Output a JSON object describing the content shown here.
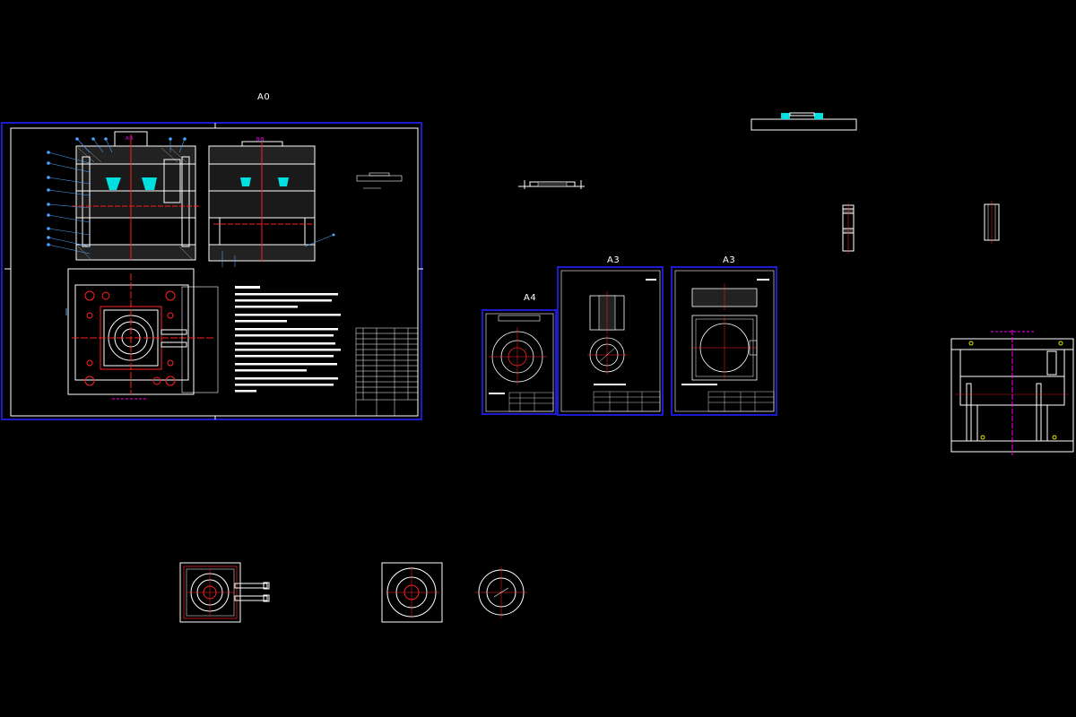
{
  "sheets": {
    "a0_label": "A0",
    "a4_label": "A4",
    "a3_left_label": "A3",
    "a3_right_label": "A3"
  },
  "colors": {
    "background": "#000000",
    "border": "#1b1bd0",
    "outline": "#ffffff",
    "cyan": "#00e0e0",
    "red": "#ff2020",
    "magenta": "#ff00ff",
    "leader": "#4aa3ff",
    "yellow": "#e8e800"
  },
  "icons": [
    "mold-assembly-drawing",
    "part-detail-drawing",
    "title-block",
    "technical-notes"
  ]
}
